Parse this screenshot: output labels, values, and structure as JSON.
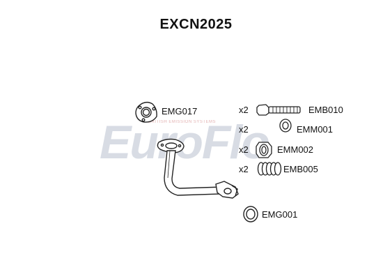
{
  "title": "EXCN2025",
  "watermark": {
    "brand": "EuroFlo",
    "tagline": "BRITISH EMISSION SYSTEMS",
    "color": "#b9c0cf",
    "accent": "#c94040"
  },
  "parts": [
    {
      "code": "EMG017",
      "qty": ""
    },
    {
      "code": "EMB010",
      "qty": "x2"
    },
    {
      "code": "EMM001",
      "qty": "x2"
    },
    {
      "code": "EMM002",
      "qty": "x2"
    },
    {
      "code": "EMB005",
      "qty": "x2"
    },
    {
      "code": "EMG001",
      "qty": ""
    }
  ]
}
